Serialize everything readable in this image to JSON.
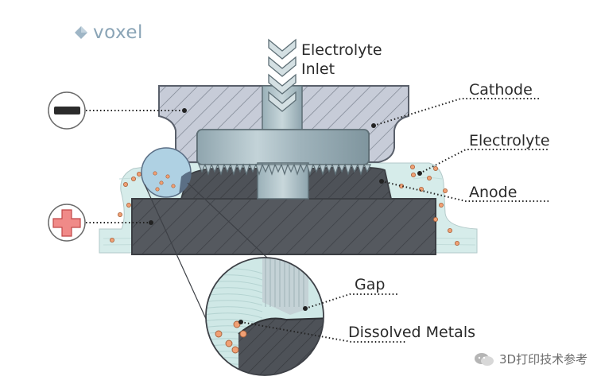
{
  "brand": {
    "name": "voxel",
    "icon": "diamond-logo-icon",
    "color": "#8aa4b6"
  },
  "labels": {
    "inlet_line1": "Electrolyte",
    "inlet_line2": "Inlet",
    "cathode": "Cathode",
    "electrolyte": "Electrolyte",
    "anode": "Anode",
    "gap": "Gap",
    "dissolved_metals": "Dissolved Metals"
  },
  "terminals": {
    "negative": {
      "icon": "minus-icon",
      "color": "#2b2b2b"
    },
    "positive": {
      "icon": "plus-icon",
      "color": "#f08a88"
    }
  },
  "watermark": {
    "text": "3D打印技术参考",
    "icon": "wechat-icon"
  },
  "colors": {
    "cathode": "#c7ccd8",
    "tool": "#a9bcc4",
    "anode": "#55595f",
    "anode_dark": "#4b4f55",
    "electrolyte": "#d5ecea",
    "particles": "#f0a074",
    "outline": "#4b4f56"
  }
}
